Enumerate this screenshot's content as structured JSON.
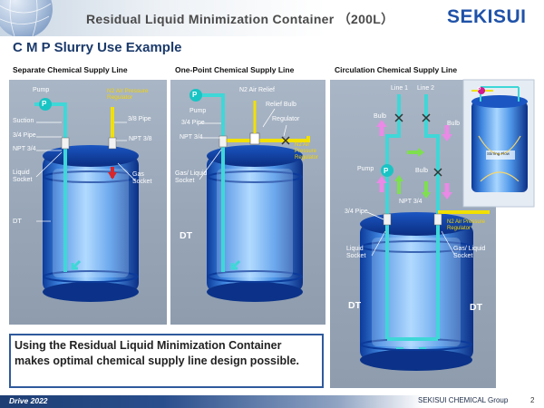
{
  "header": {
    "title": "Residual Liquid Minimization Container （200L）",
    "logo": "SEKISUI"
  },
  "section_title": "C M P Slurry Use Example",
  "columns": [
    {
      "heading": "Separate Chemical Supply Line",
      "labels": {
        "pump": "Pump",
        "n2_regulator": "N2 Air Pressure Regulator",
        "pipe38": "3/8 Pipe",
        "suction": "Suction",
        "pipe34": "3/4 Pipe",
        "npt38": "NPT 3/8",
        "npt34": "NPT 3/4",
        "liquid_socket": "Liquid Socket",
        "gas_socket": "Gas Socket",
        "dt": "DT",
        "pump_symbol": "P"
      }
    },
    {
      "heading": "One-Point Chemical Supply Line",
      "labels": {
        "pump": "Pump",
        "n2_relief": "N2 Air Relief",
        "relief_bulb": "Relief Bulb",
        "pipe34": "3/4 Pipe",
        "regulator": "Regulator",
        "npt34": "NPT 3/4",
        "n2_regulator": "N2 Air Pressure Regulator",
        "gas_liquid_socket": "Gas/ Liquid Socket",
        "dt": "DT",
        "pump_symbol": "P"
      }
    },
    {
      "heading": "Circulation Chemical Supply Line",
      "labels": {
        "line1": "Line 1",
        "line2": "Line 2",
        "bulb": "Bulb",
        "pump": "Pump",
        "pipe34": "3/4 Pipe",
        "npt34": "NPT 3/4",
        "n2_regulator": "N2 Air Pressure Regulator",
        "liquid_socket": "Liquid Socket",
        "gas_liquid_socket": "Gas/ Liquid Socket",
        "dt": "DT",
        "pump_symbol": "P",
        "inset_p": "P",
        "stirring_flow": "Stirring Flow"
      }
    }
  ],
  "note": "Using the Residual Liquid Minimization Container makes optimal chemical supply line design possible.",
  "footer": {
    "event": "Drive 2022",
    "company": "SEKISUI CHEMICAL Group",
    "page": "2"
  },
  "colors": {
    "brand": "#1f52a8",
    "pipe_cyan": "#3fd7d7",
    "pipe_yellow": "#f2e000",
    "arrow_green": "#7ee04e",
    "arrow_pink": "#ea89e6",
    "arrow_red": "#d9262b",
    "panel": "#a3b0c1"
  }
}
